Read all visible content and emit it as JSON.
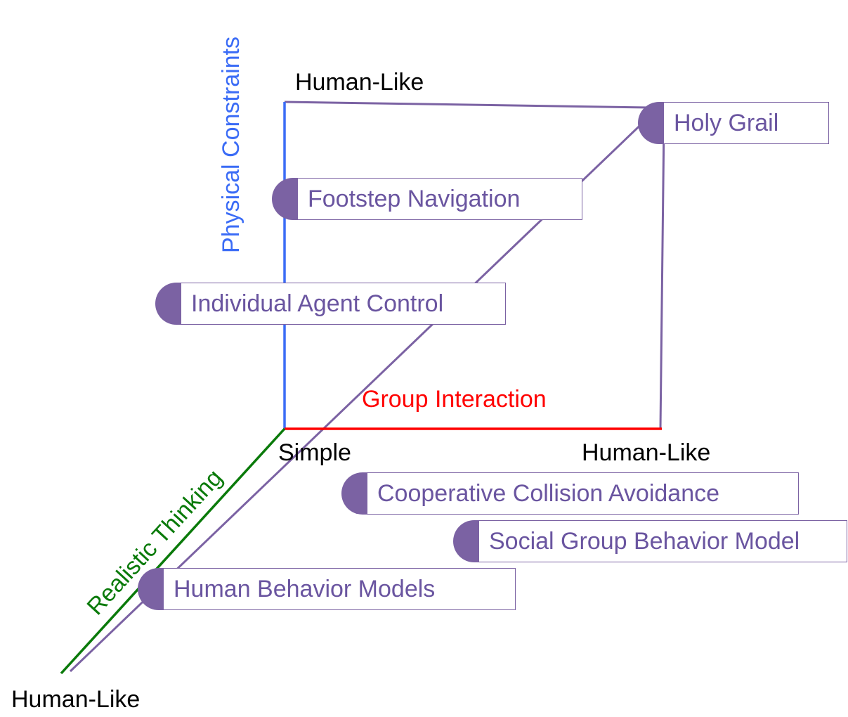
{
  "colors": {
    "vertical_axis": "#3b6cf6",
    "horizontal_axis": "#ff0000",
    "depth_axis": "#0a7a0a",
    "frame": "#7b62a3",
    "box_text": "#6a55a0",
    "tab_fill": "#7b62a3"
  },
  "axes": {
    "vertical_title": "Physical Constraints",
    "vertical_top_label": "Human-Like",
    "horizontal_title": "Group Interaction",
    "horizontal_right_label": "Human-Like",
    "depth_title": "Realistic Thinking",
    "depth_end_label": "Human-Like",
    "origin_label": "Simple"
  },
  "boxes": {
    "holy_grail": "Holy Grail",
    "footstep_navigation": "Footstep Navigation",
    "individual_agent_control": "Individual Agent Control",
    "cooperative_collision_avoidance": "Cooperative Collision Avoidance",
    "social_group_behavior_model": "Social Group Behavior Model",
    "human_behavior_models": "Human Behavior Models"
  }
}
